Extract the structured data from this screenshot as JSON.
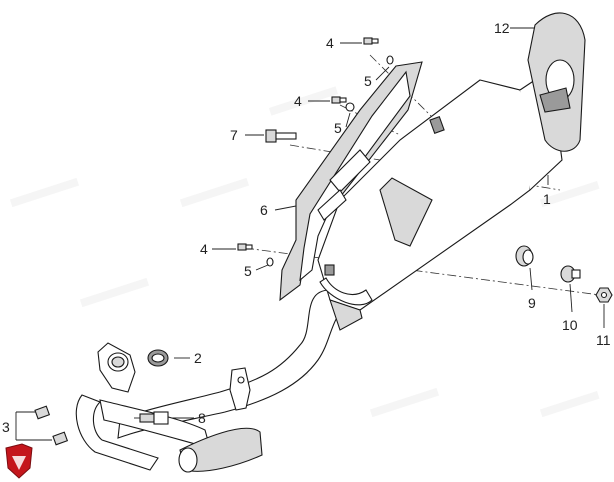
{
  "callouts": {
    "c1": "1",
    "c2": "2",
    "c3": "3",
    "c4a": "4",
    "c4b": "4",
    "c4c": "4",
    "c5a": "5",
    "c5b": "5",
    "c5c": "5",
    "c6": "6",
    "c7": "7",
    "c8": "8",
    "c9": "9",
    "c10": "10",
    "c11": "11",
    "c12": "12"
  },
  "icons": {
    "brand_logo": "shield-logo-icon"
  },
  "colors": {
    "line": "#1a1a1a",
    "logo_red": "#c4161c",
    "watermark": "#d8d8d8"
  }
}
